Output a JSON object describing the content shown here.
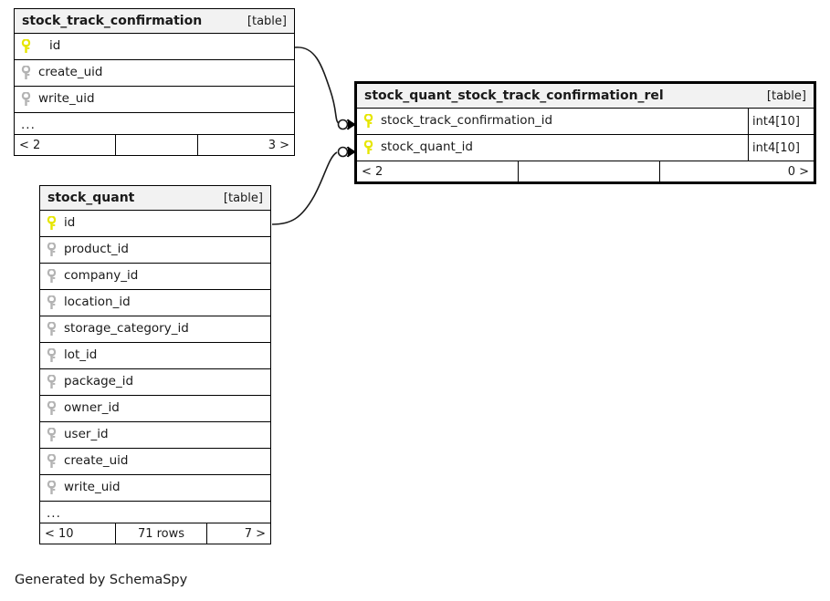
{
  "diagram": {
    "generator_credit": "Generated by SchemaSpy",
    "kind_label": "[table]",
    "ellipsis": "...",
    "colors": {
      "primary_key": "#e6e600",
      "foreign_key": "#b3b3b3",
      "header_background": "#f2f2f2",
      "border": "#000000",
      "edge": "#1a1a1a",
      "page_background": "#ffffff"
    },
    "entities": [
      {
        "id": "stock_track_confirmation",
        "name": "stock_track_confirmation",
        "kind": "[table]",
        "focus": false,
        "columns": [
          {
            "name": "id",
            "key": "primary-key",
            "key_icon": "key-icon-primary",
            "type": ""
          },
          {
            "name": "create_uid",
            "key": "foreign-key",
            "key_icon": "key-icon-foreign",
            "type": ""
          },
          {
            "name": "write_uid",
            "key": "foreign-key",
            "key_icon": "key-icon-foreign",
            "type": ""
          }
        ],
        "truncated": true,
        "footer": {
          "left": "< 2",
          "middle": "",
          "right": "3 >"
        }
      },
      {
        "id": "stock_quant_stock_track_confirmation_rel",
        "name": "stock_quant_stock_track_confirmation_rel",
        "kind": "[table]",
        "focus": true,
        "columns": [
          {
            "name": "stock_track_confirmation_id",
            "key": "primary-key",
            "key_icon": "key-icon-primary",
            "type": "int4[10]"
          },
          {
            "name": "stock_quant_id",
            "key": "primary-key",
            "key_icon": "key-icon-primary",
            "type": "int4[10]"
          }
        ],
        "truncated": false,
        "footer": {
          "left": "< 2",
          "middle": "",
          "right": "0 >"
        }
      },
      {
        "id": "stock_quant",
        "name": "stock_quant",
        "kind": "[table]",
        "focus": false,
        "columns": [
          {
            "name": "id",
            "key": "primary-key",
            "key_icon": "key-icon-primary",
            "type": ""
          },
          {
            "name": "product_id",
            "key": "foreign-key",
            "key_icon": "key-icon-foreign",
            "type": ""
          },
          {
            "name": "company_id",
            "key": "foreign-key",
            "key_icon": "key-icon-foreign",
            "type": ""
          },
          {
            "name": "location_id",
            "key": "foreign-key",
            "key_icon": "key-icon-foreign",
            "type": ""
          },
          {
            "name": "storage_category_id",
            "key": "foreign-key",
            "key_icon": "key-icon-foreign",
            "type": ""
          },
          {
            "name": "lot_id",
            "key": "foreign-key",
            "key_icon": "key-icon-foreign",
            "type": ""
          },
          {
            "name": "package_id",
            "key": "foreign-key",
            "key_icon": "key-icon-foreign",
            "type": ""
          },
          {
            "name": "owner_id",
            "key": "foreign-key",
            "key_icon": "key-icon-foreign",
            "type": ""
          },
          {
            "name": "user_id",
            "key": "foreign-key",
            "key_icon": "key-icon-foreign",
            "type": ""
          },
          {
            "name": "create_uid",
            "key": "foreign-key",
            "key_icon": "key-icon-foreign",
            "type": ""
          },
          {
            "name": "write_uid",
            "key": "foreign-key",
            "key_icon": "key-icon-foreign",
            "type": ""
          }
        ],
        "truncated": true,
        "footer": {
          "left": "< 10",
          "middle": "71 rows",
          "right": "7 >"
        }
      }
    ],
    "relationships": [
      {
        "id": "edge-stc-id-to-rel-stc-id",
        "from_entity": "stock_track_confirmation",
        "from_column": "id",
        "to_entity": "stock_quant_stock_track_confirmation_rel",
        "to_column": "stock_track_confirmation_id",
        "from_cardinality": "one-optional",
        "to_cardinality": "many"
      },
      {
        "id": "edge-quant-id-to-rel-quant-id",
        "from_entity": "stock_quant",
        "from_column": "id",
        "to_entity": "stock_quant_stock_track_confirmation_rel",
        "to_column": "stock_quant_id",
        "from_cardinality": "one-optional",
        "to_cardinality": "many"
      }
    ]
  }
}
